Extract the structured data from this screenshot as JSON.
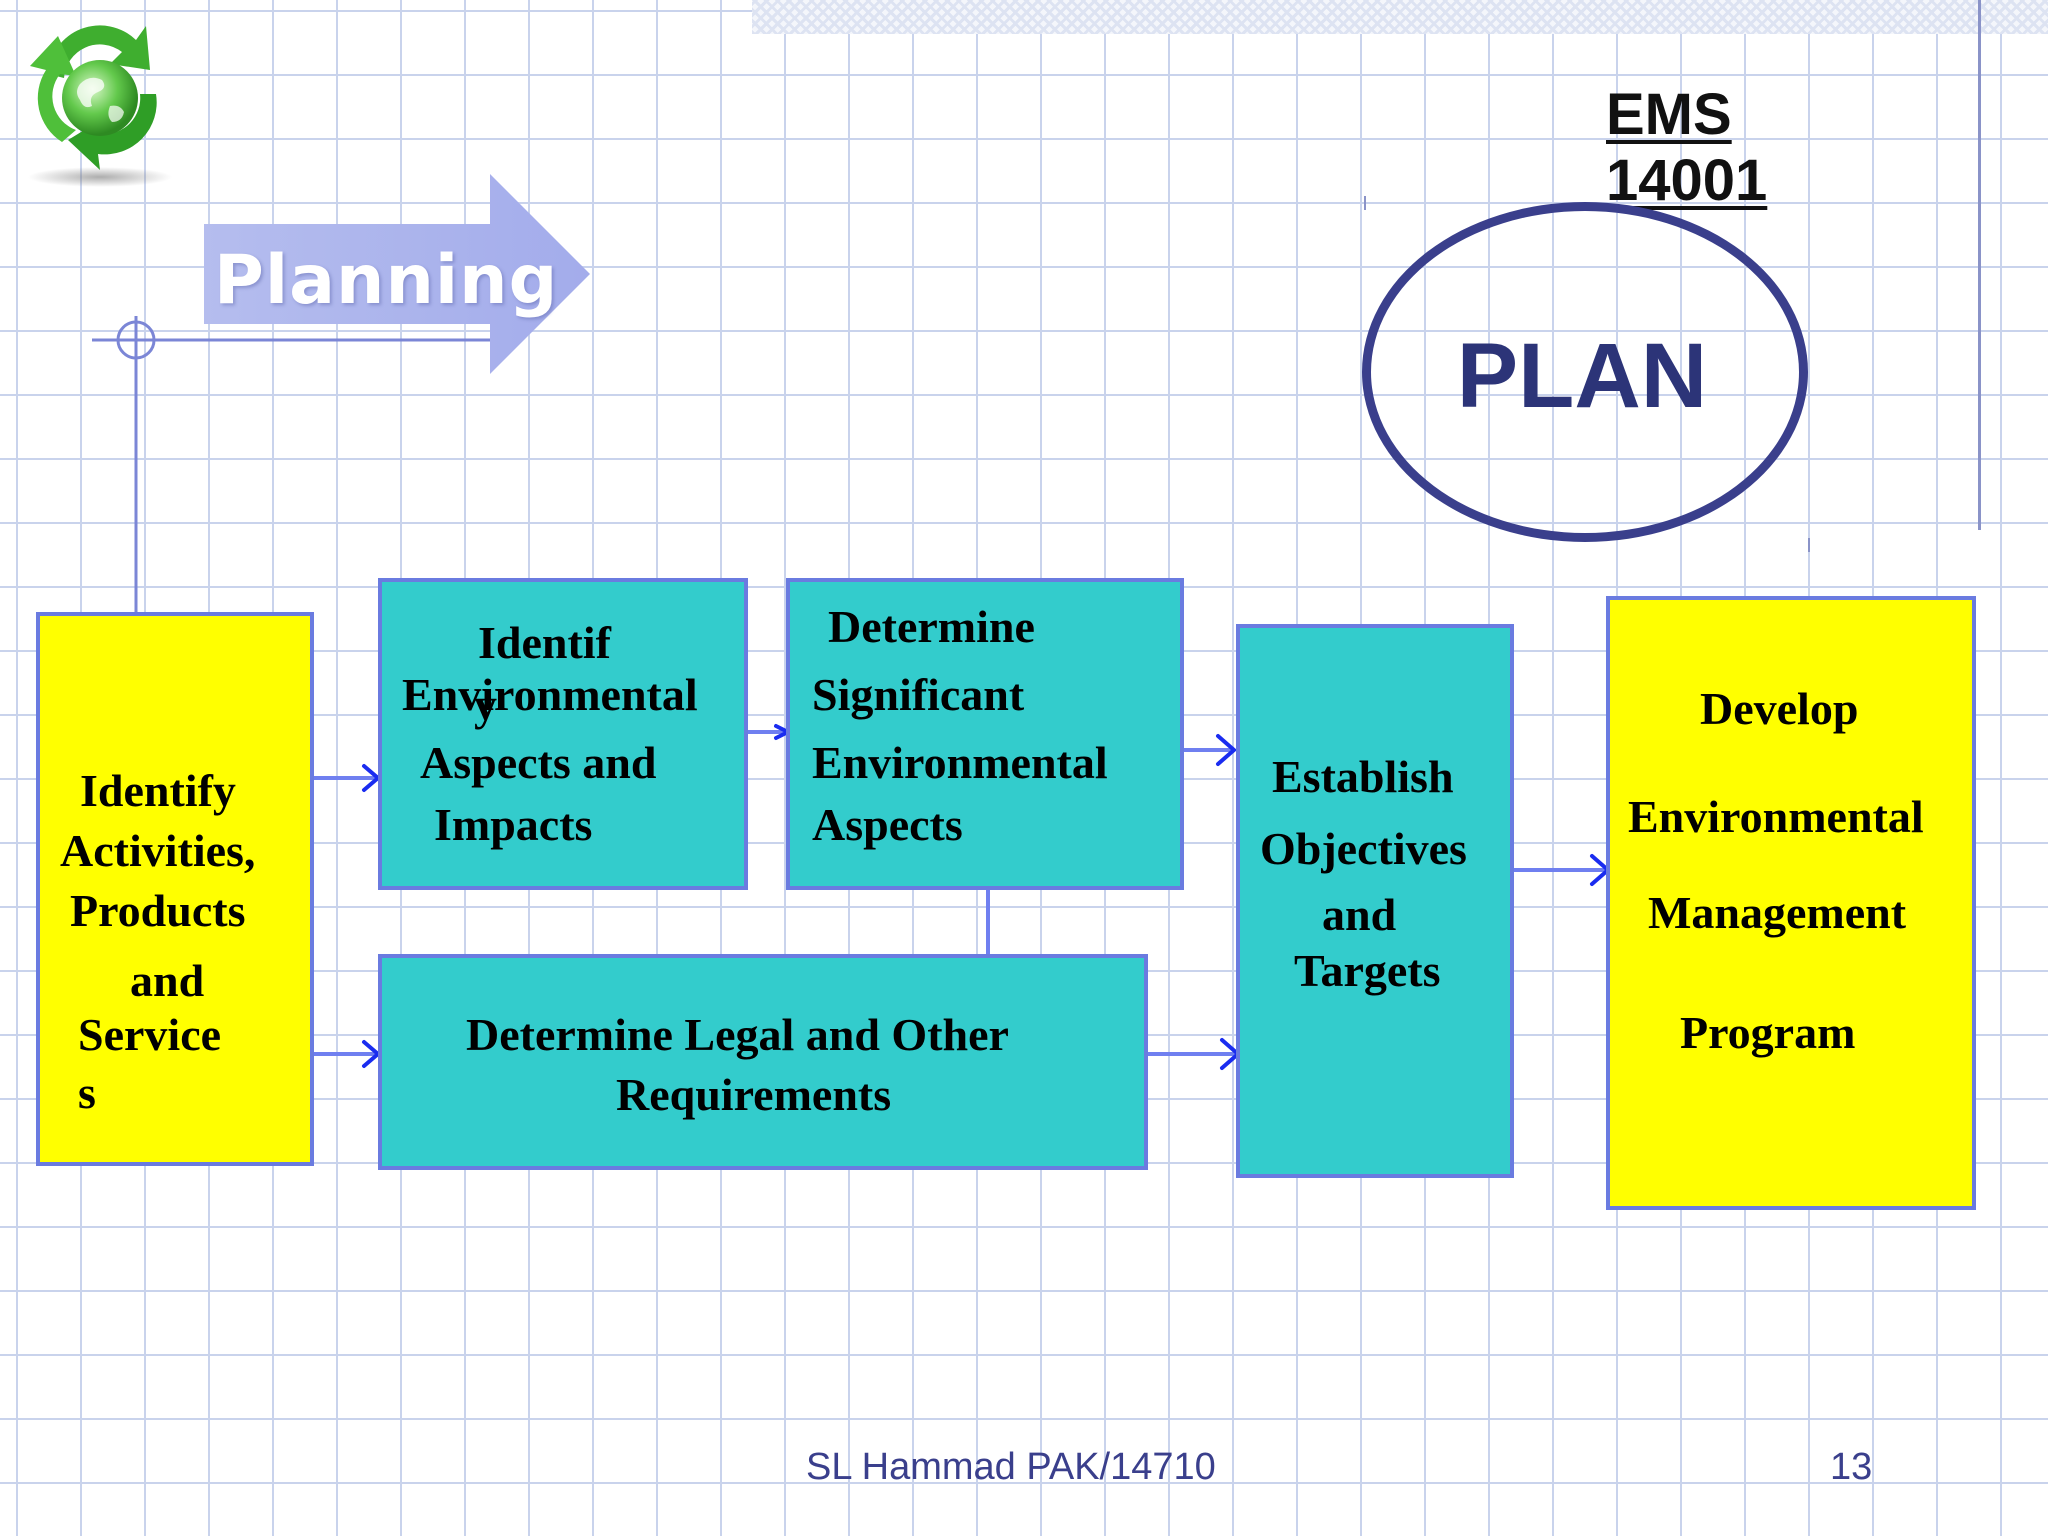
{
  "badge": {
    "line1": "EMS",
    "line2": "14001"
  },
  "phase": {
    "arrow_label": "Planning",
    "oval_label": "PLAN"
  },
  "boxes": {
    "activities": {
      "lines": [
        "Identify",
        "Activities,",
        "Products",
        "and",
        "Service",
        "s"
      ]
    },
    "aspects": {
      "lines": [
        "Identif",
        "y",
        "Environmental",
        "Aspects and",
        "Impacts"
      ]
    },
    "significant": {
      "lines": [
        "Determine",
        "Significant",
        "Environmental",
        "Aspects"
      ]
    },
    "legal": {
      "lines": [
        "Determine Legal and Other",
        "Requirements"
      ]
    },
    "objectives": {
      "lines": [
        "Establish",
        "Objectives",
        "and",
        "Targets"
      ]
    },
    "program": {
      "lines": [
        "Develop",
        "Environmental",
        "Management",
        "Program"
      ]
    }
  },
  "footer": {
    "author": "SL Hammad PAK/14710",
    "page": "13"
  },
  "colors": {
    "yellow": "#ffff00",
    "teal": "#33cccc",
    "border": "#6a7be0",
    "arrow": "#1a2cf0",
    "oval": "#3a3f8c"
  }
}
